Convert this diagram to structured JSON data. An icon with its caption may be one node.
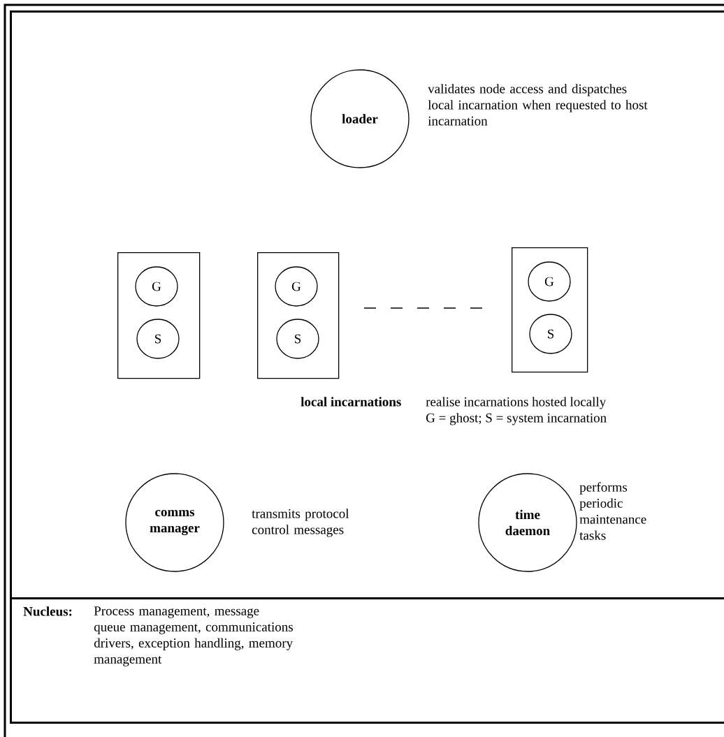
{
  "diagram": {
    "nodes": [
      {
        "text": [],
        "shape": "box"
      },
      {
        "text": [
          "loader"
        ],
        "in": 0,
        "beside": [
          "validates node access and dispatches local incarnation when requested to host incarnation"
        ]
      },
      {
        "text": [],
        "shape": "box",
        "in": 0
      },
      {
        "text": [],
        "shape": "box",
        "in": 0
      },
      {
        "text": [],
        "shape": "box",
        "in": 0
      },
      {
        "text": [
          "G"
        ],
        "in": 2
      },
      {
        "text": [
          "S"
        ],
        "in": 2
      },
      {
        "text": [
          "G"
        ],
        "in": 3
      },
      {
        "text": [
          "S"
        ],
        "in": 3
      },
      {
        "text": [
          "G"
        ],
        "in": 4
      },
      {
        "text": [
          "S"
        ],
        "in": 4
      },
      {
        "text": [
          "comms manager"
        ],
        "in": 0,
        "beside": [
          "transmits protocol control messages"
        ]
      },
      {
        "text": [
          "time daemon"
        ],
        "in": 0,
        "beside": [
          "performs periodic maintenance tasks"
        ]
      },
      {
        "text": [
          "Nucleus:",
          "Process management, message queue management, communications drivers, exception handling, memory management"
        ]
      }
    ],
    "edges": [],
    "labels": [
      "local incarnations",
      "realise incarnations hosted locally",
      "G = ghost; S = system incarnation"
    ]
  }
}
